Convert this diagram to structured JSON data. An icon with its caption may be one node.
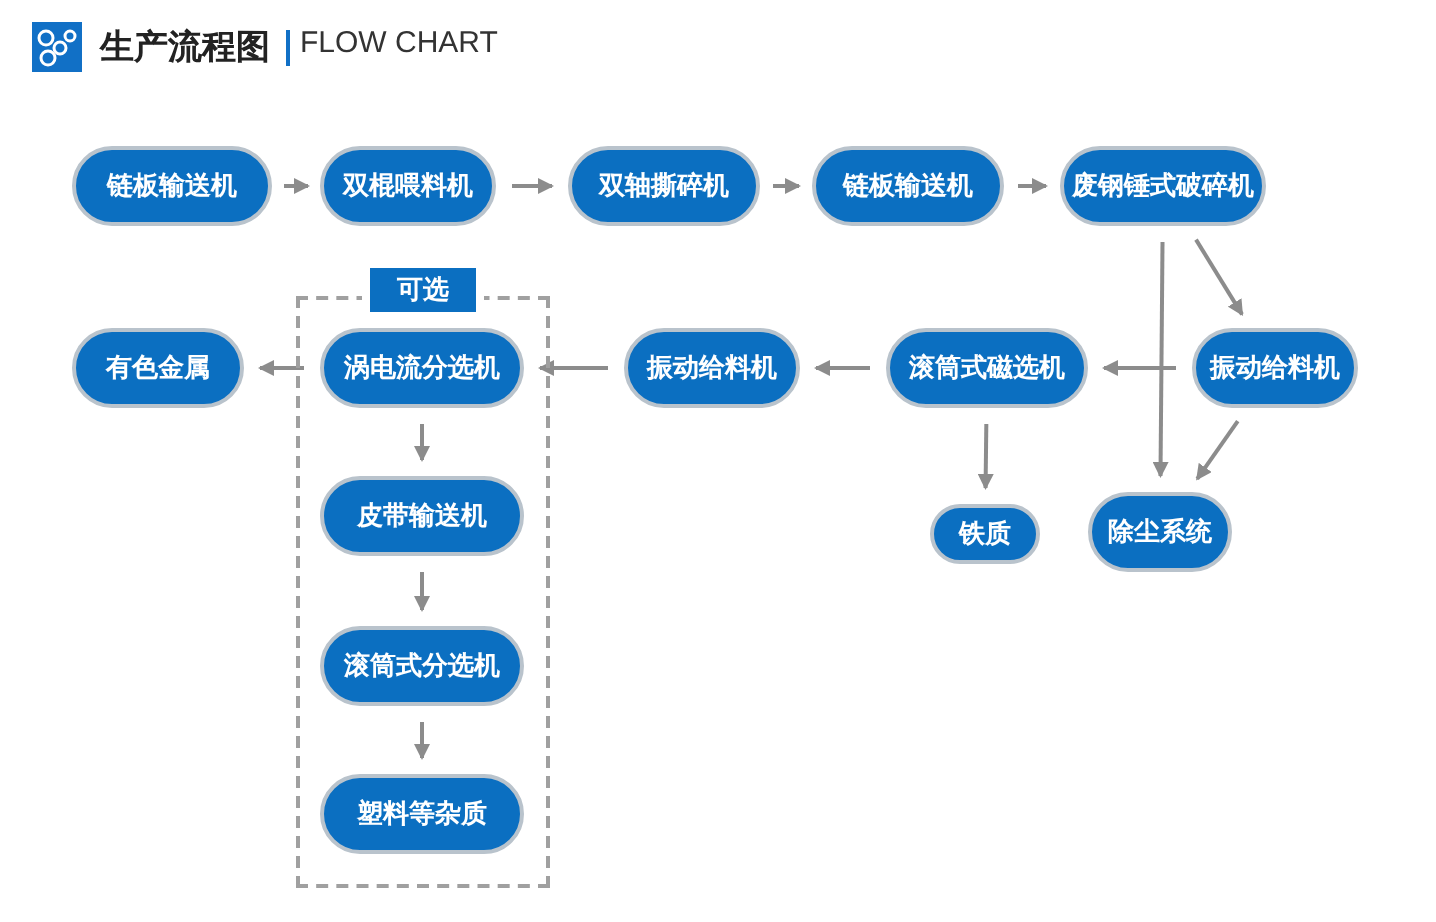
{
  "diagram": {
    "title": "生产流程图",
    "nodes": [
      {
        "text": [
          "链板输送机"
        ]
      },
      {
        "text": [
          "双棍喂料机"
        ]
      },
      {
        "text": [
          "双轴撕碎机"
        ]
      },
      {
        "text": [
          "链板输送机"
        ]
      },
      {
        "text": [
          "废钢锤式破碎机"
        ]
      },
      {
        "text": [
          "有色金属"
        ]
      },
      {
        "text": [
          "可选"
        ]
      },
      {
        "text": [
          "涡电流分选机"
        ],
        "in": 6
      },
      {
        "text": [
          "皮带输送机"
        ],
        "in": 6
      },
      {
        "text": [
          "滚筒式分选机"
        ],
        "in": 6
      },
      {
        "text": [
          "塑料等杂质"
        ],
        "in": 6
      },
      {
        "text": [
          "振动给料机"
        ]
      },
      {
        "text": [
          "滚筒式磁选机"
        ]
      },
      {
        "text": [
          "振动给料机"
        ]
      },
      {
        "text": [
          "铁质"
        ]
      },
      {
        "text": [
          "除尘系统"
        ]
      }
    ],
    "edges": [
      {
        "from": 0,
        "to": 1,
        "arrow": "to"
      },
      {
        "from": 1,
        "to": 2,
        "arrow": "to"
      },
      {
        "from": 2,
        "to": 3,
        "arrow": "to"
      },
      {
        "from": 3,
        "to": 4,
        "arrow": "to"
      },
      {
        "from": 4,
        "to": 13,
        "arrow": "to"
      },
      {
        "from": 4,
        "to": 15,
        "arrow": "to"
      },
      {
        "from": 13,
        "to": 12,
        "arrow": "to"
      },
      {
        "from": 13,
        "to": 15,
        "arrow": "to"
      },
      {
        "from": 12,
        "to": 14,
        "arrow": "to"
      },
      {
        "from": 12,
        "to": 11,
        "arrow": "to"
      },
      {
        "from": 11,
        "to": 7,
        "arrow": "to"
      },
      {
        "from": 7,
        "to": 5,
        "arrow": "to"
      },
      {
        "from": 7,
        "to": 8,
        "arrow": "to"
      },
      {
        "from": 8,
        "to": 9,
        "arrow": "to"
      },
      {
        "from": 9,
        "to": 10,
        "arrow": "to"
      }
    ],
    "labels": [
      "FLOW CHART"
    ]
  }
}
